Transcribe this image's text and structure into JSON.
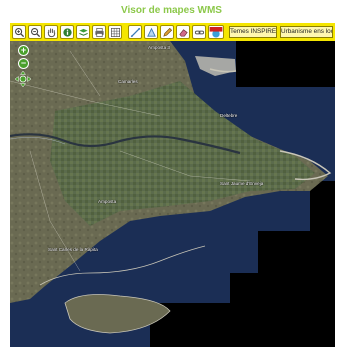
{
  "title": "Visor de mapes WMS",
  "toolbar": {
    "tools": [
      {
        "name": "zoom-in-tool-icon"
      },
      {
        "name": "zoom-out-tool-icon"
      },
      {
        "name": "pan-hand-icon"
      },
      {
        "name": "info-query-icon"
      },
      {
        "name": "layers-icon"
      },
      {
        "name": "print-icon"
      },
      {
        "name": "grid-icon"
      },
      {
        "name": "measure-line-icon"
      },
      {
        "name": "measure-area-icon"
      },
      {
        "name": "edit-pencil-icon"
      },
      {
        "name": "eraser-icon"
      },
      {
        "name": "link-icon"
      },
      {
        "name": "gml-icon"
      }
    ],
    "gml_label": "GML",
    "temes_inspire": "Temes INSPIRE",
    "urbanisme": "Urbanisme ens locals"
  },
  "map": {
    "labels": [
      "Amposta 3",
      "Camarles",
      "Deltebre",
      "Sant Jaume d'Enveja",
      "Amposta",
      "Sant Carles de la Ràpita"
    ],
    "colors": {
      "sea": "#1b2e55",
      "no_data": "#000000",
      "delta_fields": "#5b6b4c",
      "hills": "#6a6a52",
      "sand": "#c9c6b8",
      "river": "#2a3440",
      "nav_green": "#4aa02c"
    }
  }
}
